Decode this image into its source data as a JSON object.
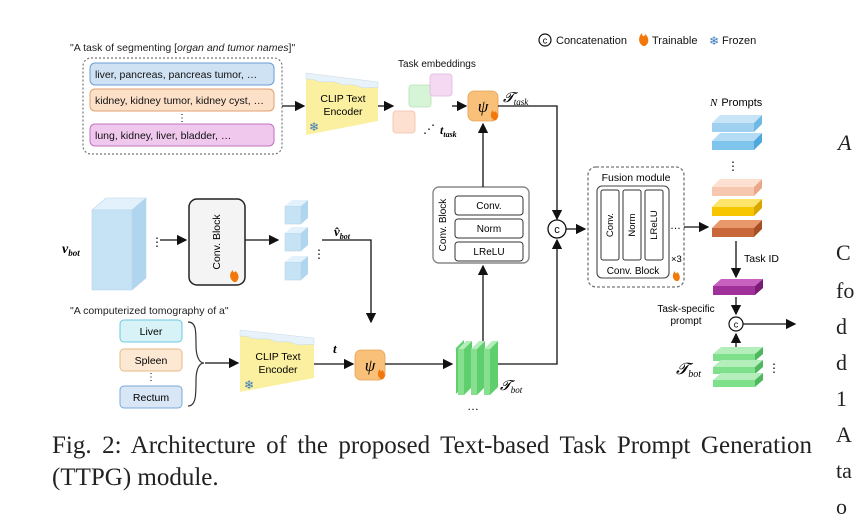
{
  "legend": {
    "concat_symbol": "c",
    "concat_label": "Concatenation",
    "trainable_label": "Trainable",
    "frozen_label": "Frozen"
  },
  "top_prompt": {
    "template": "\"A task of segmenting [organ and tumor names]\"",
    "template_prefix": "\"A task of segmenting [",
    "template_italic": "organ and tumor names",
    "template_suffix": "]\"",
    "items": [
      "liver, pancreas, pancreas tumor, …",
      "kidney, kidney tumor, kidney cyst, …",
      "lung, kidney, liver, bladder, …"
    ],
    "ellipsis": "⋮"
  },
  "clip_encoder_top": {
    "line1": "CLIP Text",
    "line2": "Encoder"
  },
  "task_embeddings": {
    "label": "Task embeddings",
    "t_task": "t",
    "t_task_sub": "task",
    "dots": "⋰"
  },
  "psi_symbol": "ψ",
  "tau_task": {
    "main": "𝓣",
    "sub": "task"
  },
  "v_bot": {
    "main": "v",
    "sub": "bot"
  },
  "v_hat_bot": {
    "main": "v̂",
    "sub": "bot"
  },
  "conv_block_left": {
    "label": "Conv. Block"
  },
  "conv_block_vertical": {
    "label": "Conv. Block",
    "items": [
      "Conv.",
      "Norm",
      "LReLU"
    ]
  },
  "ct_prompt": {
    "template": "\"A computerized tomography of a\"",
    "items": [
      "Liver",
      "Spleen",
      "Rectum"
    ],
    "ellipsis": "⋮"
  },
  "clip_encoder_bottom": {
    "line1": "CLIP Text",
    "line2": "Encoder"
  },
  "t_symbol": "t",
  "tau_bot": {
    "main": "𝓣",
    "sub": "bot"
  },
  "fusion_module": {
    "title": "Fusion module",
    "items": [
      "Conv.",
      "Norm",
      "LReLU"
    ],
    "block_label": "Conv. Block",
    "repeat": "×3",
    "dots": "…"
  },
  "prompts": {
    "n": "N",
    "label": "Prompts",
    "dots": "⋮"
  },
  "task_id": "Task ID",
  "task_specific_prompt": {
    "line1": "Task-specific",
    "line2": "prompt"
  },
  "tau_bot_right": {
    "main": "𝓣",
    "sub": "bot"
  },
  "ellipsis_h": "…",
  "ellipsis_v": "⋮",
  "caption": "Fig. 2: Architecture of the proposed Text-based Task Prompt Generation (TTPG) module.",
  "side_text": [
    "A",
    "C",
    "fo",
    "d",
    "d",
    "1",
    "A",
    "ta",
    "o"
  ],
  "colors": {
    "blue_item": "#cfe2f3",
    "orange_item": "#fde0c8",
    "purple_item": "#f0c8ee",
    "clip_yellow": "#fbf0a0",
    "psi_orange": "#f9c07a",
    "green_feat": "#7ee08a",
    "cube_blue": "#c6e3f5",
    "prompt_blue": "#7ec4ec",
    "prompt_orange": "#c8683a",
    "prompt_yellow": "#f7c600",
    "prompt_peach": "#f7c8b0",
    "task_purple": "#a0309a"
  }
}
